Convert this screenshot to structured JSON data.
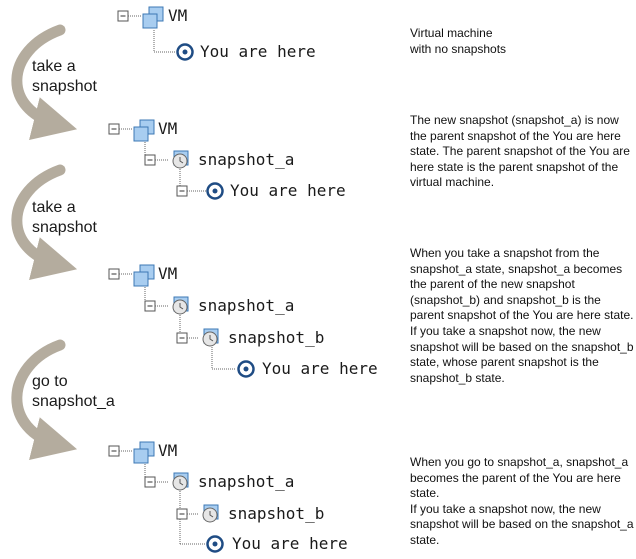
{
  "steps": [
    {
      "tree": [
        {
          "type": "vm",
          "label": "VM"
        },
        {
          "type": "here",
          "label": "You are here"
        }
      ],
      "description": "Virtual machine\nwith no snapshots"
    },
    {
      "action": "take a\nsnapshot",
      "tree": [
        {
          "type": "vm",
          "label": "VM"
        },
        {
          "type": "snapshot",
          "label": "snapshot_a"
        },
        {
          "type": "here",
          "label": "You are here"
        }
      ],
      "description": "The new snapshot (snapshot_a) is now the parent snapshot of the You are here state. The parent snapshot of the You are here state is the parent snapshot of the virtual machine."
    },
    {
      "action": "take a\nsnapshot",
      "tree": [
        {
          "type": "vm",
          "label": "VM"
        },
        {
          "type": "snapshot",
          "label": "snapshot_a"
        },
        {
          "type": "snapshot",
          "label": "snapshot_b"
        },
        {
          "type": "here",
          "label": "You are here"
        }
      ],
      "description": "When you take a snapshot from the snapshot_a state, snapshot_a becomes the parent of the new snapshot (snapshot_b) and snapshot_b is the parent snapshot of the You are here state.\nIf you take a snapshot now, the new snapshot will be based on the snapshot_b state, whose parent snapshot is the snapshot_b state."
    },
    {
      "action": "go to\nsnapshot_a",
      "tree": [
        {
          "type": "vm",
          "label": "VM"
        },
        {
          "type": "snapshot",
          "label": "snapshot_a"
        },
        {
          "type": "snapshot",
          "label": "snapshot_b"
        },
        {
          "type": "here",
          "label": "You are here"
        }
      ],
      "description": "When you go to snapshot_a, snapshot_a becomes the parent of the You are here state.\nIf you take a snapshot now, the new snapshot will be based on the snapshot_a state."
    }
  ]
}
